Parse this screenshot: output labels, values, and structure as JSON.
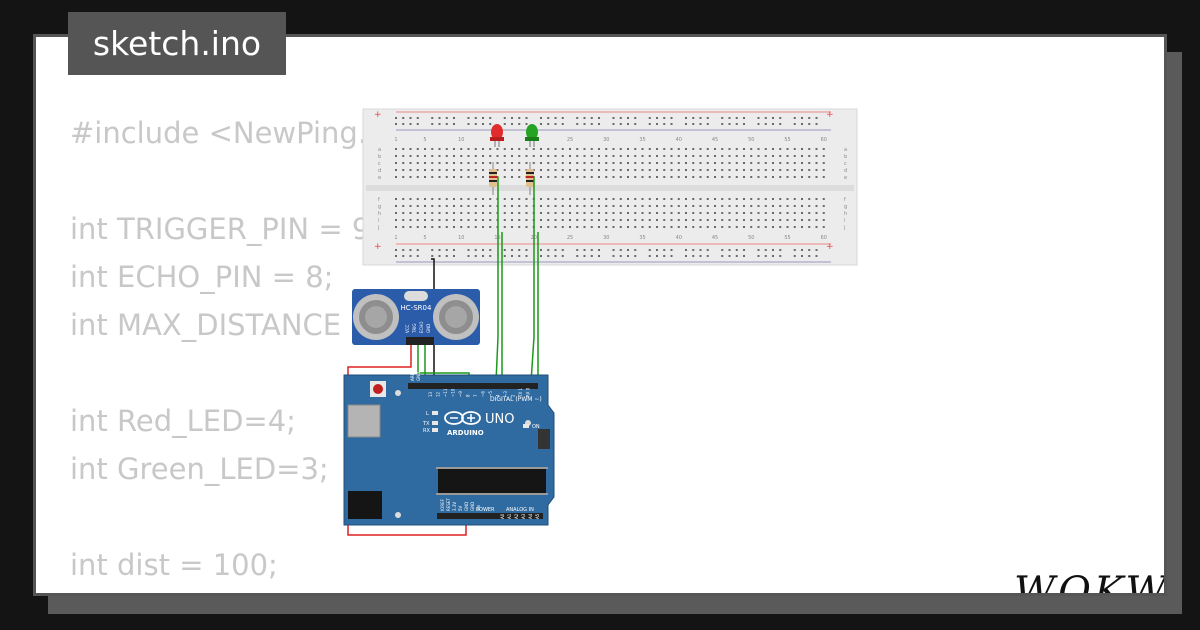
{
  "header": {
    "filename": "sketch.ino"
  },
  "code": {
    "lines": [
      "#include <NewPing.",
      "",
      "int TRIGGER_PIN = 9",
      "int ECHO_PIN = 8;",
      "int MAX_DISTANCE",
      "",
      "int Red_LED=4;",
      "int Green_LED=3;",
      "",
      "int dist = 100;"
    ]
  },
  "circuit": {
    "breadboard": {
      "columns": [
        "1",
        "5",
        "10",
        "15",
        "20",
        "25",
        "30",
        "35",
        "40",
        "45",
        "50",
        "55",
        "60"
      ],
      "rows_top": [
        "a",
        "b",
        "c",
        "d",
        "e"
      ],
      "rows_bottom": [
        "f",
        "g",
        "h",
        "i",
        "j"
      ]
    },
    "sensor": {
      "label": "HC-SR04",
      "pins": [
        "VCC",
        "TRIG",
        "ECHO",
        "GND"
      ]
    },
    "arduino": {
      "brand": "ARDUINO",
      "model": "UNO",
      "digital_label": "DIGITAL (PWM ~)",
      "power_label": "POWER",
      "analog_label": "ANALOG IN",
      "on_label": "ON",
      "aref_label": "AREF",
      "gnd_label": "GND",
      "tx_label": "TX",
      "rx_label": "RX",
      "l_label": "L",
      "digital_pins": [
        "13",
        "12",
        "~11",
        "~10",
        "~9",
        "8",
        "7",
        "~6",
        "~5",
        "4",
        "~3",
        "2",
        "TX 1",
        "RX 0"
      ],
      "power_pins": [
        "IOREF",
        "RESET",
        "3.3V",
        "5V",
        "GND",
        "GND",
        "Vin"
      ],
      "analog_pins": [
        "A0",
        "A1",
        "A2",
        "A3",
        "A4",
        "A5"
      ]
    },
    "wire_colors": {
      "red": "#e02020",
      "black": "#111111",
      "green": "#1a9a1a"
    }
  },
  "brand": {
    "logo_text": "WOKWI"
  }
}
